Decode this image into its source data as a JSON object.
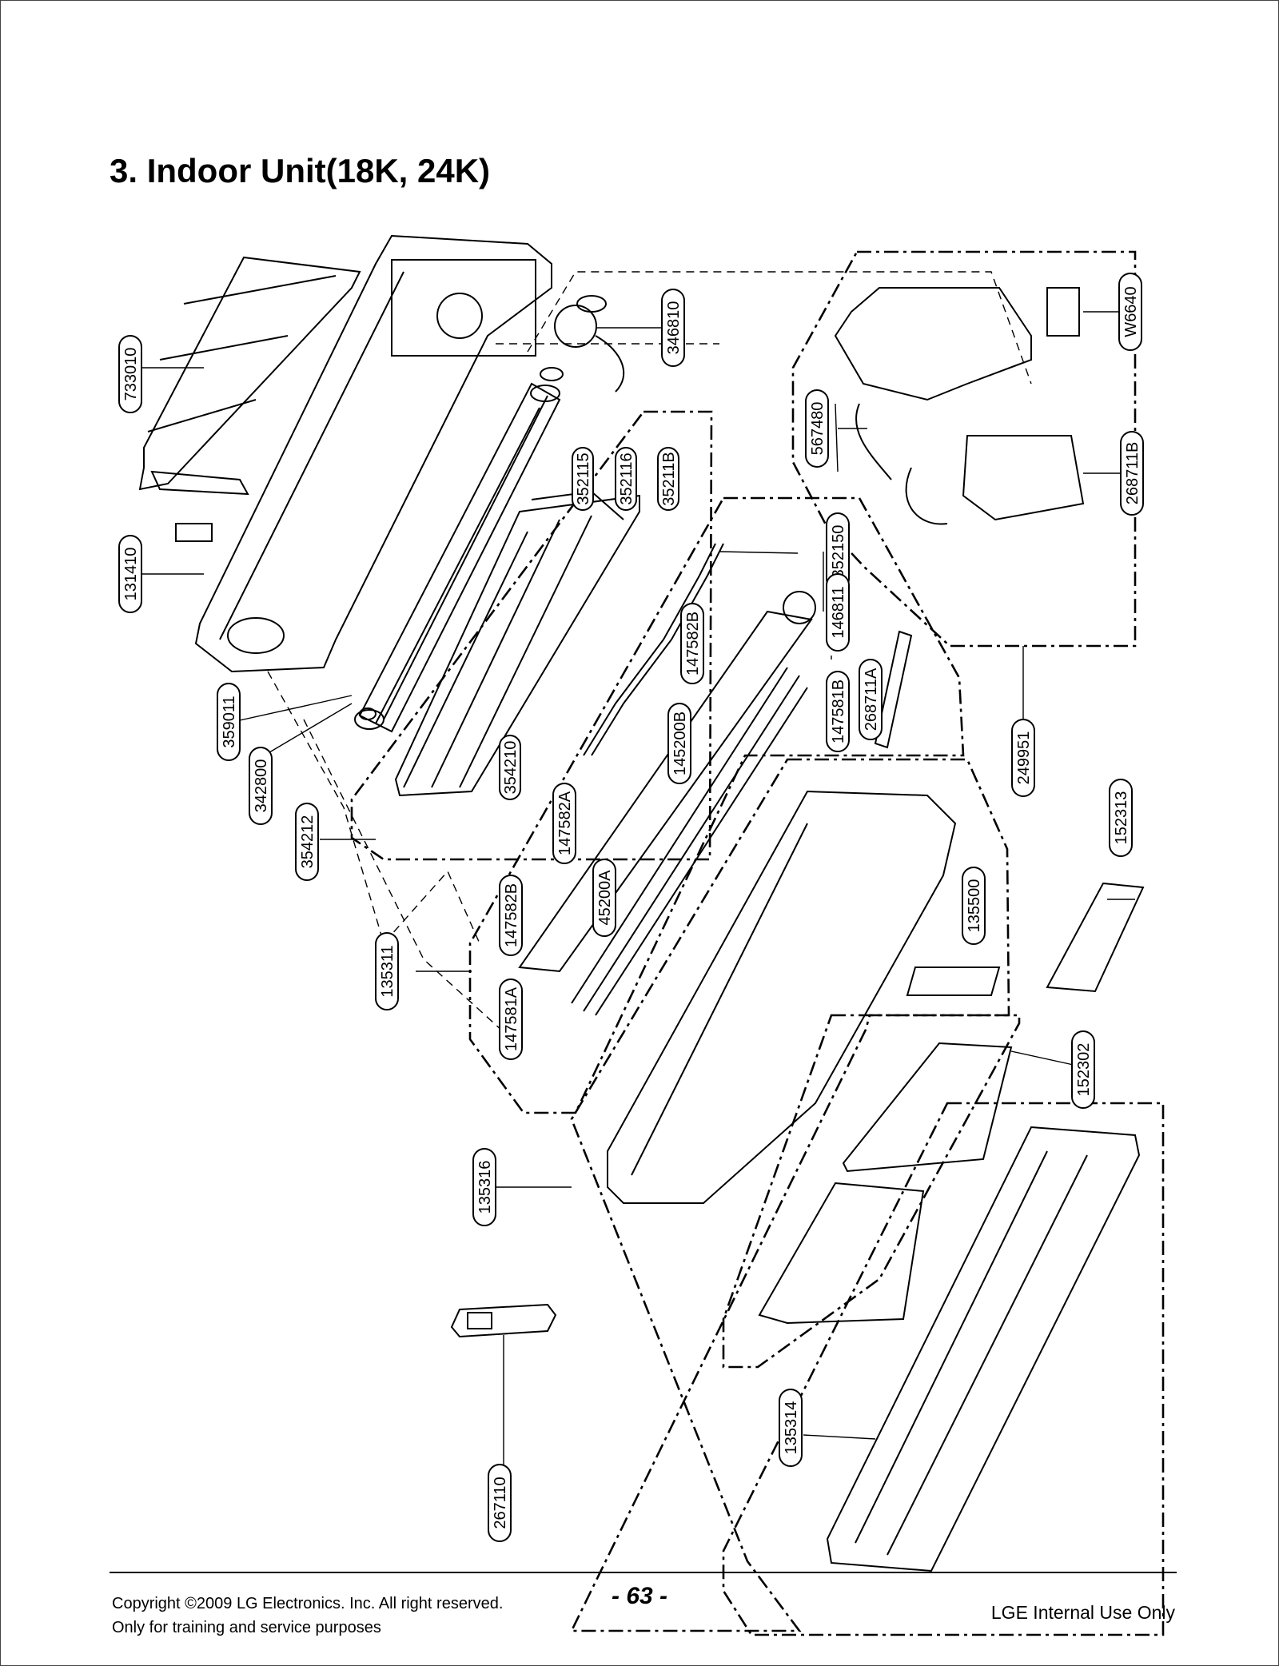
{
  "page": {
    "title": "3. Indoor Unit(18K, 24K)",
    "page_number": "- 63 -",
    "copyright_line1": "Copyright ©2009 LG Electronics. Inc. All right reserved.",
    "copyright_line2": "Only for training and service purposes",
    "internal_use": "LGE Internal Use Only"
  },
  "part_numbers": {
    "p733010": "733010",
    "p131410": "131410",
    "p359011": "359011",
    "p342800": "342800",
    "p354212": "354212",
    "p135311": "135311",
    "p135316": "135316",
    "p267110": "267110",
    "p135314": "135314",
    "p346810": "346810",
    "p352115": "352115",
    "p352116": "352116",
    "p35211B": "35211B",
    "p354210": "354210",
    "p352150": "352150",
    "p146811": "146811",
    "p147582B_top": "147582B",
    "p145200B": "145200B",
    "p147581B": "147581B",
    "p268711A": "268711A",
    "p147582A": "147582A",
    "p45200A": "45200A",
    "p147582B_low": "147582B",
    "p147581A": "147581A",
    "p567480": "567480",
    "p268711B": "268711B",
    "pW6640": "W6640",
    "p249951": "249951",
    "p152313": "152313",
    "p135500": "135500",
    "p152302": "152302"
  }
}
